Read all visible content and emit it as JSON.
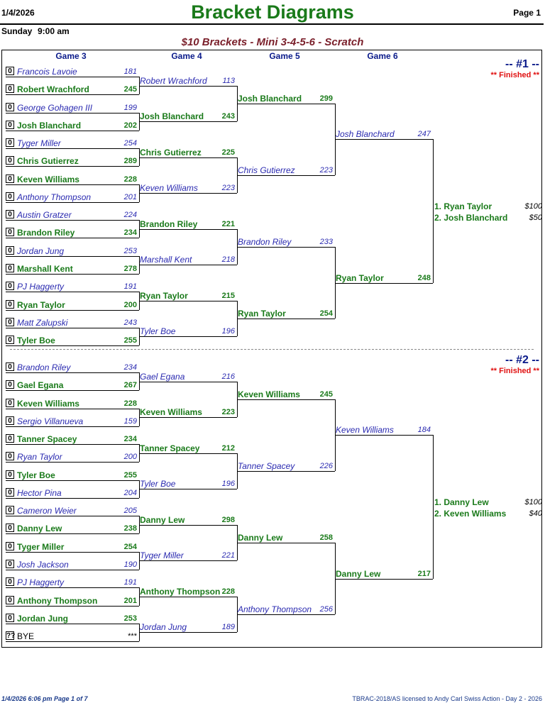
{
  "header": {
    "date": "1/4/2026",
    "title": "Bracket Diagrams",
    "page": "Page 1",
    "day": "Sunday",
    "time": "9:00 am",
    "subtitle": "$10 Brackets - Mini 3-4-5-6 - Scratch"
  },
  "columns": [
    "Game 3",
    "Game 4",
    "Game 5",
    "Game 6"
  ],
  "brackets": [
    {
      "number": "-- #1 --",
      "status": "** Finished **",
      "game3": [
        {
          "seed": "0",
          "name": "Francois Lavoie",
          "score": "181",
          "win": false
        },
        {
          "seed": "0",
          "name": "Robert Wrachford",
          "score": "245",
          "win": true
        },
        {
          "seed": "0",
          "name": "George Gohagen III",
          "score": "199",
          "win": false
        },
        {
          "seed": "0",
          "name": "Josh Blanchard",
          "score": "202",
          "win": true
        },
        {
          "seed": "0",
          "name": "Tyger Miller",
          "score": "254",
          "win": false
        },
        {
          "seed": "0",
          "name": "Chris Gutierrez",
          "score": "289",
          "win": true
        },
        {
          "seed": "0",
          "name": "Keven Williams",
          "score": "228",
          "win": true
        },
        {
          "seed": "0",
          "name": "Anthony Thompson",
          "score": "201",
          "win": false
        },
        {
          "seed": "0",
          "name": "Austin Gratzer",
          "score": "224",
          "win": false
        },
        {
          "seed": "0",
          "name": "Brandon Riley",
          "score": "234",
          "win": true
        },
        {
          "seed": "0",
          "name": "Jordan Jung",
          "score": "253",
          "win": false
        },
        {
          "seed": "0",
          "name": "Marshall Kent",
          "score": "278",
          "win": true
        },
        {
          "seed": "0",
          "name": "PJ Haggerty",
          "score": "191",
          "win": false
        },
        {
          "seed": "0",
          "name": "Ryan Taylor",
          "score": "200",
          "win": true
        },
        {
          "seed": "0",
          "name": "Matt Zalupski",
          "score": "243",
          "win": false
        },
        {
          "seed": "0",
          "name": "Tyler Boe",
          "score": "255",
          "win": true
        }
      ],
      "game4": [
        {
          "name": "Robert Wrachford",
          "score": "113",
          "win": false
        },
        {
          "name": "Josh Blanchard",
          "score": "243",
          "win": true
        },
        {
          "name": "Chris Gutierrez",
          "score": "225",
          "win": true
        },
        {
          "name": "Keven Williams",
          "score": "223",
          "win": false
        },
        {
          "name": "Brandon Riley",
          "score": "221",
          "win": true
        },
        {
          "name": "Marshall Kent",
          "score": "218",
          "win": false
        },
        {
          "name": "Ryan Taylor",
          "score": "215",
          "win": true
        },
        {
          "name": "Tyler Boe",
          "score": "196",
          "win": false
        }
      ],
      "game5": [
        {
          "name": "Josh Blanchard",
          "score": "299",
          "win": true
        },
        {
          "name": "Chris Gutierrez",
          "score": "223",
          "win": false
        },
        {
          "name": "Brandon Riley",
          "score": "233",
          "win": false
        },
        {
          "name": "Ryan Taylor",
          "score": "254",
          "win": true
        }
      ],
      "game6": [
        {
          "name": "Josh Blanchard",
          "score": "247",
          "win": false
        },
        {
          "name": "Ryan Taylor",
          "score": "248",
          "win": true
        }
      ],
      "results": [
        {
          "place": "1. Ryan Taylor",
          "prize": "$100"
        },
        {
          "place": "2. Josh Blanchard",
          "prize": "$50"
        }
      ]
    },
    {
      "number": "-- #2 --",
      "status": "** Finished **",
      "game3": [
        {
          "seed": "0",
          "name": "Brandon Riley",
          "score": "234",
          "win": false
        },
        {
          "seed": "0",
          "name": "Gael Egana",
          "score": "267",
          "win": true
        },
        {
          "seed": "0",
          "name": "Keven Williams",
          "score": "228",
          "win": true
        },
        {
          "seed": "0",
          "name": "Sergio Villanueva",
          "score": "159",
          "win": false
        },
        {
          "seed": "0",
          "name": "Tanner Spacey",
          "score": "234",
          "win": true
        },
        {
          "seed": "0",
          "name": "Ryan Taylor",
          "score": "200",
          "win": false
        },
        {
          "seed": "0",
          "name": "Tyler Boe",
          "score": "255",
          "win": true
        },
        {
          "seed": "0",
          "name": "Hector Pina",
          "score": "204",
          "win": false
        },
        {
          "seed": "0",
          "name": "Cameron Weier",
          "score": "205",
          "win": false
        },
        {
          "seed": "0",
          "name": "Danny Lew",
          "score": "238",
          "win": true
        },
        {
          "seed": "0",
          "name": "Tyger Miller",
          "score": "254",
          "win": true
        },
        {
          "seed": "0",
          "name": "Josh Jackson",
          "score": "190",
          "win": false
        },
        {
          "seed": "0",
          "name": "PJ Haggerty",
          "score": "191",
          "win": false
        },
        {
          "seed": "0",
          "name": "Anthony Thompson",
          "score": "201",
          "win": true
        },
        {
          "seed": "0",
          "name": "Jordan Jung",
          "score": "253",
          "win": true
        },
        {
          "seed": "??",
          "name": "BYE",
          "score": "***",
          "win": false,
          "bye": true
        }
      ],
      "game4": [
        {
          "name": "Gael Egana",
          "score": "216",
          "win": false
        },
        {
          "name": "Keven Williams",
          "score": "223",
          "win": true
        },
        {
          "name": "Tanner Spacey",
          "score": "212",
          "win": true
        },
        {
          "name": "Tyler Boe",
          "score": "196",
          "win": false
        },
        {
          "name": "Danny Lew",
          "score": "298",
          "win": true
        },
        {
          "name": "Tyger Miller",
          "score": "221",
          "win": false
        },
        {
          "name": "Anthony Thompson",
          "score": "228",
          "win": true
        },
        {
          "name": "Jordan Jung",
          "score": "189",
          "win": false
        }
      ],
      "game5": [
        {
          "name": "Keven Williams",
          "score": "245",
          "win": true
        },
        {
          "name": "Tanner Spacey",
          "score": "226",
          "win": false
        },
        {
          "name": "Danny Lew",
          "score": "258",
          "win": true
        },
        {
          "name": "Anthony Thompson",
          "score": "256",
          "win": false
        }
      ],
      "game6": [
        {
          "name": "Keven Williams",
          "score": "184",
          "win": false
        },
        {
          "name": "Danny Lew",
          "score": "217",
          "win": true
        }
      ],
      "results": [
        {
          "place": "1. Danny Lew",
          "prize": "$100"
        },
        {
          "place": "2. Keven Williams",
          "prize": "$40"
        }
      ]
    }
  ],
  "footer": {
    "left": "1/4/2026  6:06 pm  Page 1 of 7",
    "right": "TBRAC-2018/AS licensed to Andy Carl  Swiss Action - Day 2 - 2026"
  }
}
